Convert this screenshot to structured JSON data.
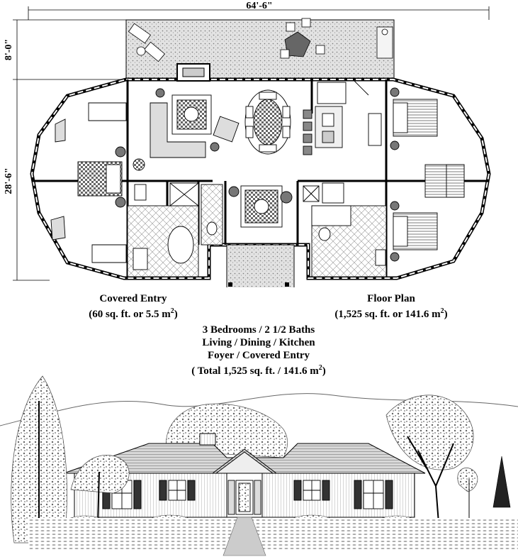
{
  "dimensions": {
    "width_total": "64'-6\"",
    "depth_front": "8'-0\"",
    "depth_main": "28'-6\""
  },
  "captions": {
    "covered_entry": {
      "title": "Covered Entry",
      "area_prefix": "(60 sq. ft. or 5.5 m",
      "area_exp": "2",
      "area_suffix": ")"
    },
    "floor_plan": {
      "title": "Floor Plan",
      "area_prefix": "(1,525 sq. ft. or 141.6 m",
      "area_exp": "2",
      "area_suffix": ")"
    },
    "summary": {
      "line1": "3 Bedrooms / 2 1/2 Baths",
      "line2": "Living / Dining / Kitchen",
      "line3": "Foyer / Covered Entry",
      "line4_prefix": "( Total 1,525 sq. ft. / 141.6 m",
      "line4_exp": "2",
      "line4_suffix": ")"
    }
  },
  "colors": {
    "ink": "#000000",
    "paper": "#ffffff",
    "patio_fill": "#d9d9d9",
    "wall": "#1a1a1a",
    "hatch": "#8a8a8a"
  }
}
